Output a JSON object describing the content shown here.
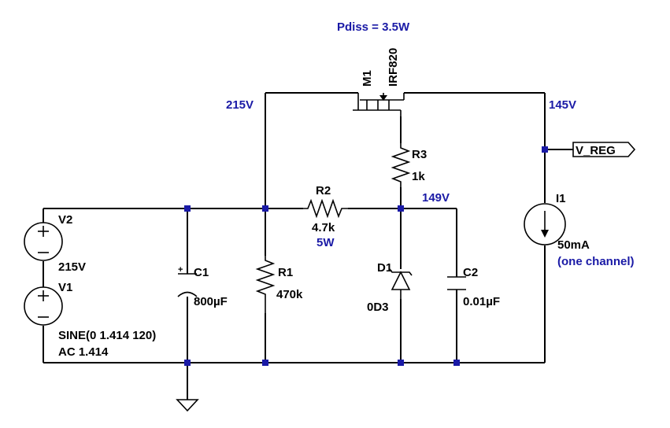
{
  "colors": {
    "wire": "#000000",
    "annotation": "#1a1aa6",
    "background": "#ffffff"
  },
  "annotations": {
    "pdiss": "Pdiss = 3.5W",
    "v_in": "215V",
    "v_out": "145V",
    "v_zener": "149V",
    "r2_power": "5W",
    "i1_note": "(one channel)"
  },
  "components": {
    "m1": {
      "ref": "M1",
      "value": "IRF820",
      "icon": "nmos-icon"
    },
    "r1": {
      "ref": "R1",
      "value": "470k"
    },
    "r2": {
      "ref": "R2",
      "value": "4.7k"
    },
    "r3": {
      "ref": "R3",
      "value": "1k"
    },
    "c1": {
      "ref": "C1",
      "value": "800µF"
    },
    "c2": {
      "ref": "C2",
      "value": "0.01µF"
    },
    "d1": {
      "ref": "D1",
      "value": "0D3"
    },
    "v1": {
      "ref": "V1",
      "value": "SINE(0 1.414 120)",
      "ac": "AC 1.414"
    },
    "v2": {
      "ref": "V2",
      "value": "215V"
    },
    "i1": {
      "ref": "I1",
      "value": "50mA"
    }
  },
  "net_label": "V_REG"
}
